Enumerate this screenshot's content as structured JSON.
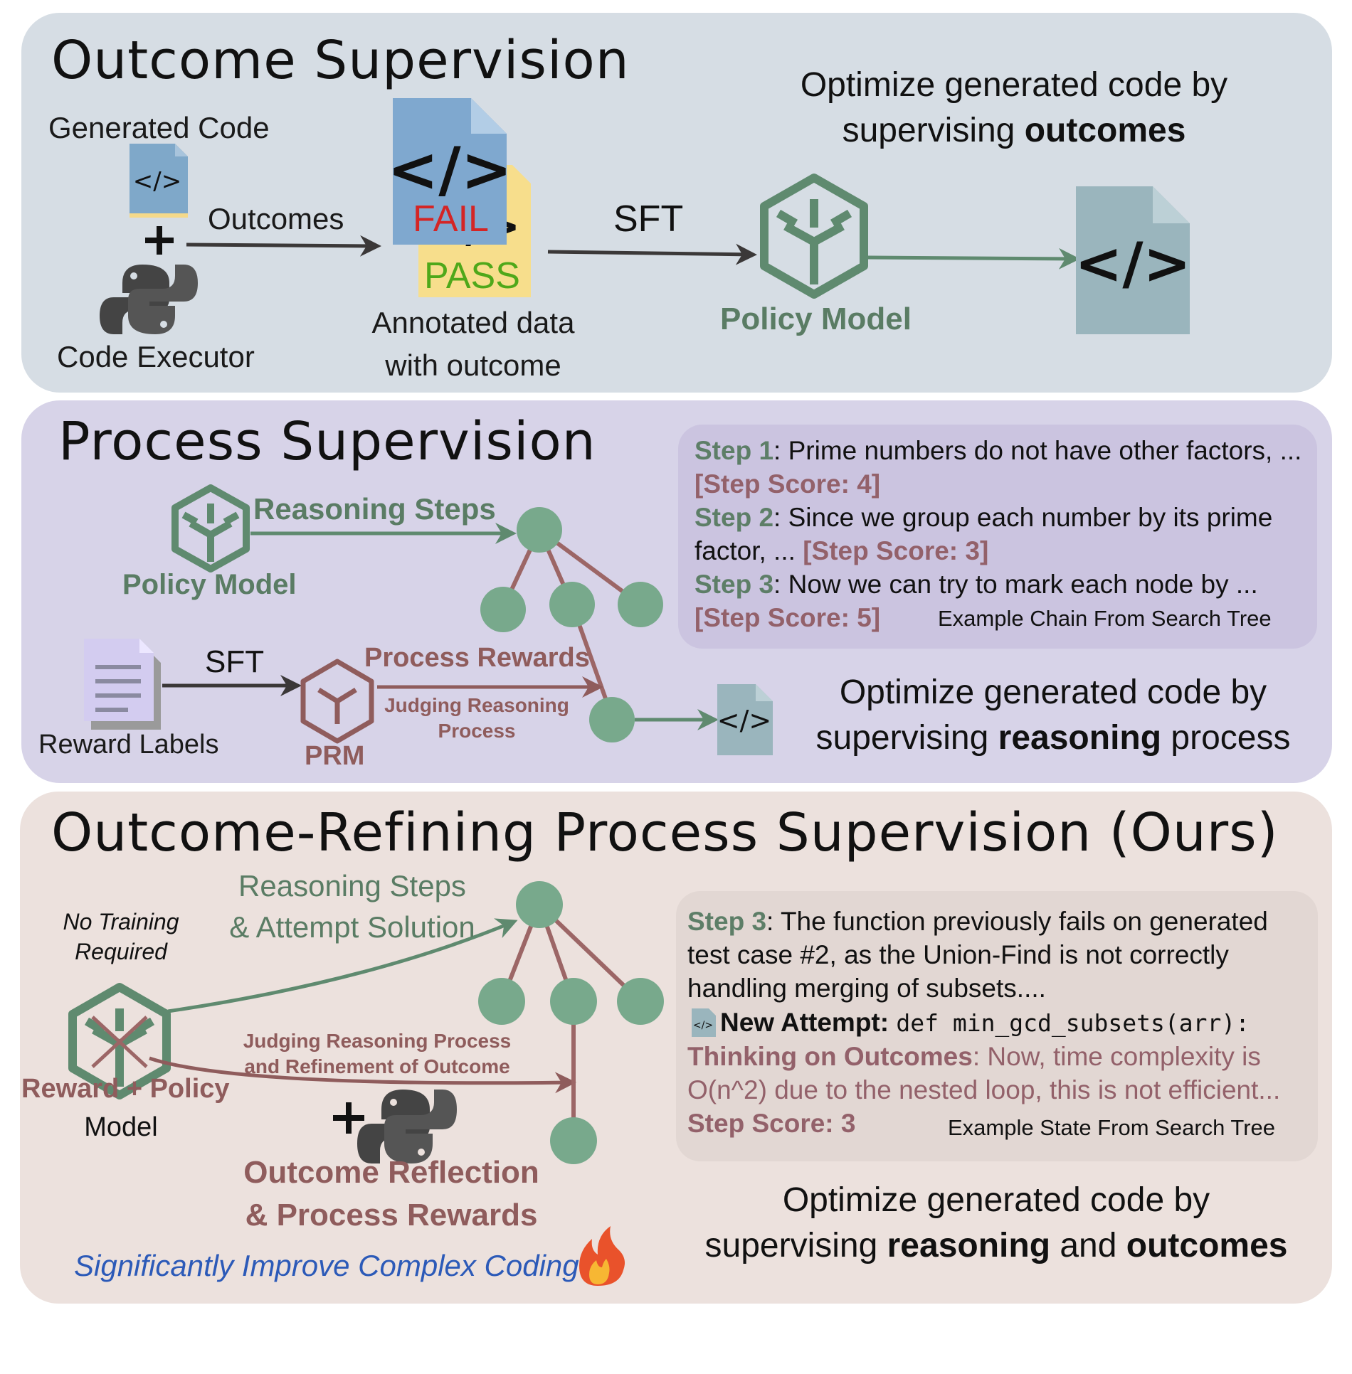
{
  "colors": {
    "outcome_panel": "#d6dde4",
    "process_panel": "#d7d3e8",
    "ours_panel": "#ece1dd",
    "green": "#5a7c64",
    "rose": "#8f5c5c",
    "fail_red": "#d42525",
    "pass_green": "#4fa81a",
    "blue_accent": "#2c5ab8"
  },
  "outcome": {
    "title": "Outcome Supervision",
    "generated_code": "Generated Code",
    "code_executor": "Code Executor",
    "outcomes_arrow": "Outcomes",
    "fail": "FAIL",
    "pass": "PASS",
    "annotated_line1": "Annotated data",
    "annotated_line2": "with outcome",
    "sft": "SFT",
    "policy_model": "Policy Model",
    "desc_line1": "Optimize generated code by",
    "desc_pre": "supervising ",
    "desc_bold": "outcomes"
  },
  "process": {
    "title": "Process Supervision",
    "reasoning_steps": "Reasoning Steps",
    "policy_model": "Policy Model",
    "sft": "SFT",
    "process_rewards": "Process Rewards",
    "judging_line1": "Judging Reasoning",
    "judging_line2": "Process",
    "reward_labels": "Reward Labels",
    "prm": "PRM",
    "chain": {
      "s1_label": "Step 1",
      "s1_text": ": Prime numbers do not have other factors, ...",
      "s1_score": "[Step Score: 4]",
      "s2_label": "Step 2",
      "s2_text": ": Since we group each number by its prime",
      "s2_text2": "factor, ... ",
      "s2_score": "[Step Score: 3]",
      "s3_label": "Step 3",
      "s3_text": ": Now we can try to mark each node by ...",
      "s3_score": "[Step Score: 5]",
      "caption": "Example Chain From Search Tree"
    },
    "desc_line1": "Optimize generated code by",
    "desc_pre": "supervising ",
    "desc_bold": "reasoning",
    "desc_post": " process"
  },
  "ours": {
    "title": "Outcome-Refining Process Supervision (Ours)",
    "reasoning_line1": "Reasoning Steps",
    "reasoning_line2": "& Attempt Solution",
    "no_training_line1": "No Training",
    "no_training_line2": "Required",
    "model_line1": "Reward + Policy",
    "model_line2": "Model",
    "judging_line1": "Judging Reasoning Process",
    "judging_line2": "and Refinement of Outcome",
    "reflection_line1": "Outcome Reflection",
    "reflection_line2": "& Process Rewards",
    "improve": "Significantly Improve Complex Coding",
    "fire_icon": "fire-icon",
    "state": {
      "s3_label": "Step 3",
      "s3_line1": ": The function previously fails on generated",
      "s3_line2": "test case #2, as the Union-Find is not correctly",
      "s3_line3": "handling  merging of subsets....",
      "attempt_label": "New Attempt:",
      "attempt_code": "def min_gcd_subsets(arr):",
      "thinking_label": "Thinking on Outcomes",
      "thinking_line1": ": Now, time complexity is",
      "thinking_line2": "O(n^2) due to the nested loop, this is not efficient...",
      "score": "Step Score: 3",
      "caption": "Example State From Search Tree"
    },
    "desc_line1": "Optimize generated code by",
    "desc_pre": "supervising ",
    "desc_bold1": "reasoning",
    "desc_mid": " and ",
    "desc_bold2": "outcomes"
  }
}
